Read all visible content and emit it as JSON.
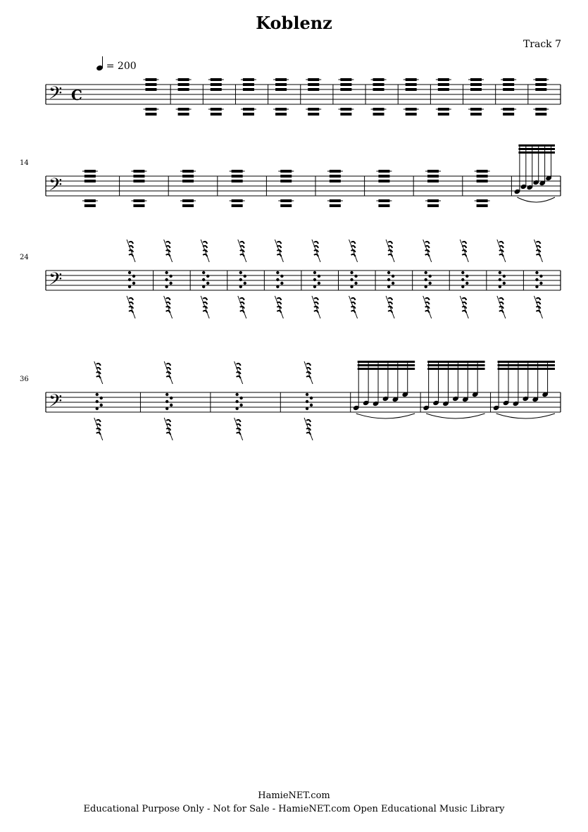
{
  "header": {
    "title": "Koblenz",
    "track": "Track 7",
    "tempo_text": "= 200"
  },
  "systems": [
    {
      "first_measure_label": "",
      "measures": 13
    },
    {
      "first_measure_label": "14",
      "measures": 10
    },
    {
      "first_measure_label": "24",
      "measures": 12
    },
    {
      "first_measure_label": "36",
      "measures": 7
    }
  ],
  "clef": "bass-clef",
  "time_signature": "C",
  "footer": {
    "site": "HamieNET.com",
    "notice": "Educational Purpose Only - Not for Sale - HamieNET.com Open Educational Music Library"
  },
  "colors": {
    "ink": "#000000",
    "paper": "#ffffff"
  }
}
